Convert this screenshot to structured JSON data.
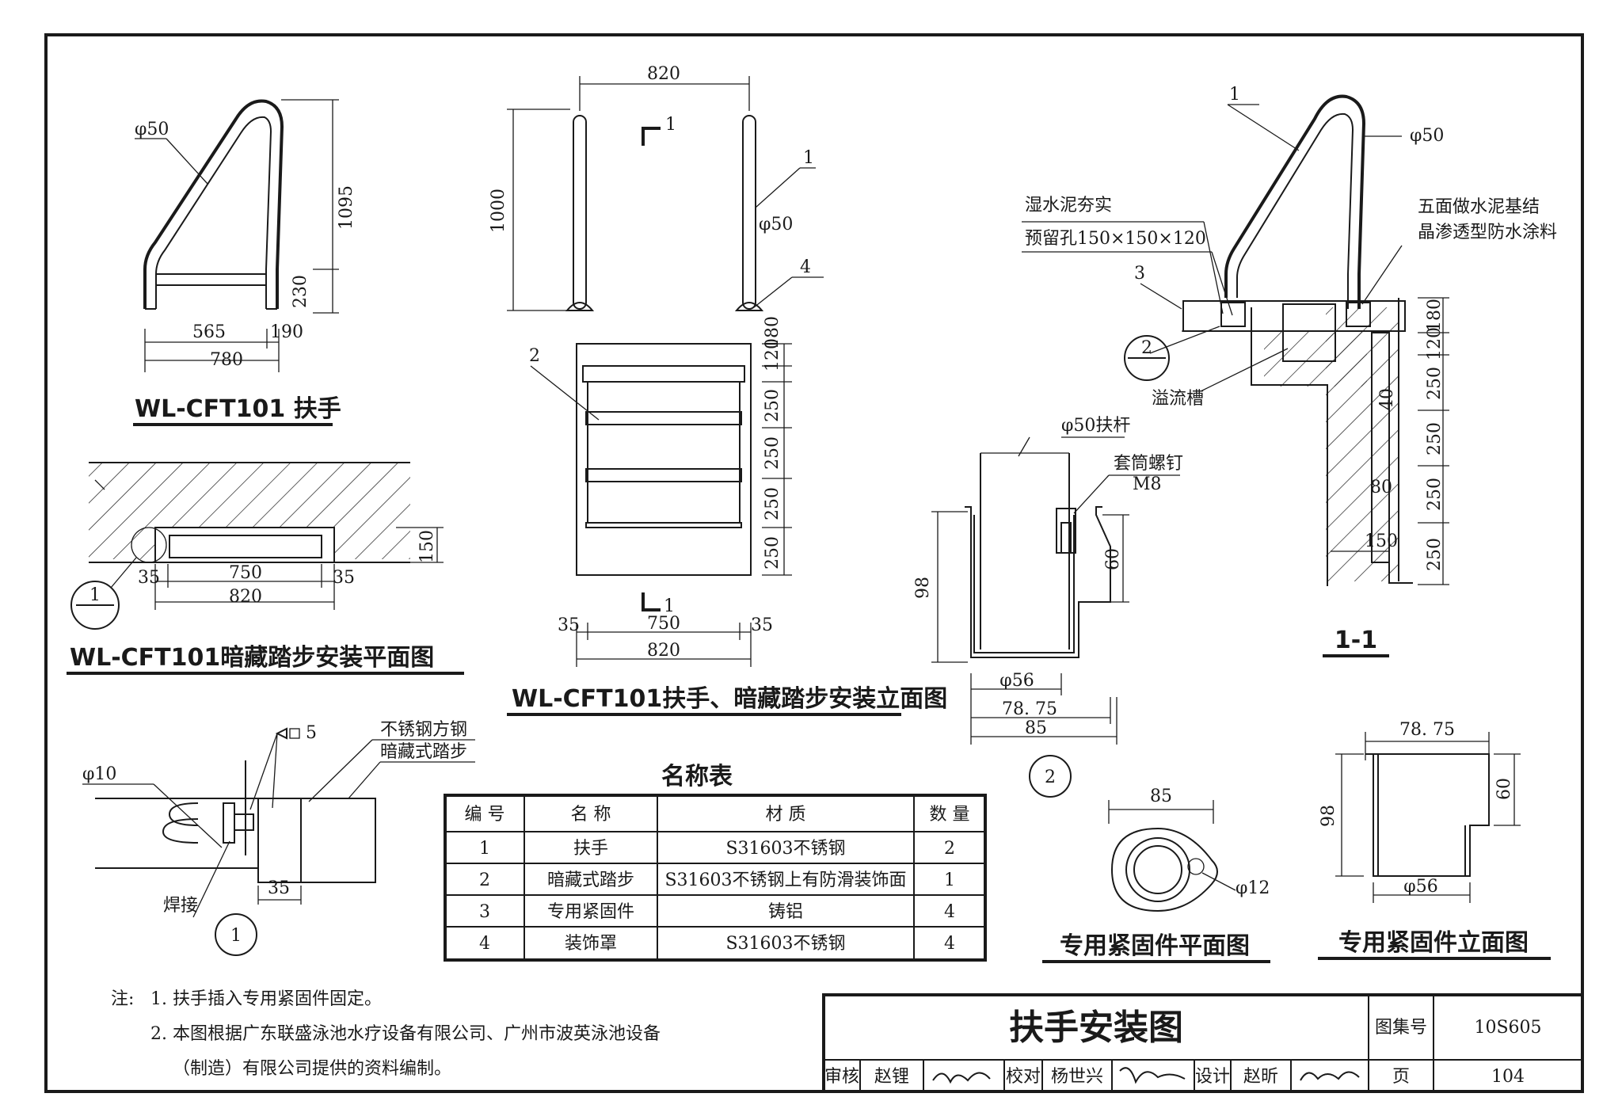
{
  "handrail": {
    "title": "WL-CFT101 扶手",
    "dia": "φ50",
    "h_total": "1095",
    "h_leg": "230",
    "w_a": "565",
    "w_b": "190",
    "w_total": "780"
  },
  "plan": {
    "title": "WL-CFT101暗藏踏步安装平面图",
    "d35a": "35",
    "d750": "750",
    "d35b": "35",
    "d820": "820",
    "d150": "150",
    "ref_top": "1"
  },
  "elev": {
    "title": "WL-CFT101扶手、暗藏踏步安装立面图",
    "w820": "820",
    "h1000": "1000",
    "cut_label": "1",
    "n1": "1",
    "dia": "φ50",
    "n4": "4",
    "n2": "2",
    "d180": "180",
    "d120": "120",
    "d250a": "250",
    "d250b": "250",
    "d250c": "250",
    "d250d": "250",
    "b35a": "35",
    "b750": "750",
    "b35b": "35",
    "b820": "820"
  },
  "detail1": {
    "tag": "1",
    "dia": "φ10",
    "weld_mark": "5",
    "mat1": "不锈钢方钢",
    "mat2": "暗藏式踏步",
    "weld": "焊接",
    "d35": "35"
  },
  "detail2": {
    "tag": "2",
    "rod": "φ50扶杆",
    "screw": "套筒螺钉",
    "m8": "M8",
    "h98": "98",
    "h60": "60",
    "d56": "φ56",
    "d7875": "78. 75",
    "d85": "85"
  },
  "section": {
    "title": "1-1",
    "n1": "1",
    "dia": "φ50",
    "note1": "湿水泥夯实",
    "note2": "预留孔150×150×120",
    "note3a": "五面做水泥基结",
    "note3b": "晶渗透型防水涂料",
    "n3": "3",
    "ref2": "2",
    "trough": "溢流槽",
    "d180": "180",
    "d120": "120",
    "d250a": "250",
    "d250b": "250",
    "d250c": "250",
    "d250d": "250",
    "d40": "40",
    "d80": "80",
    "d150": "150"
  },
  "fastener_plan": {
    "title": "专用紧固件平面图",
    "d85": "85",
    "d12": "φ12"
  },
  "fastener_elev": {
    "title": "专用紧固件立面图",
    "d7875": "78. 75",
    "h98": "98",
    "h60": "60",
    "d56": "φ56"
  },
  "table": {
    "title": "名称表",
    "headers": [
      "编 号",
      "名 称",
      "材 质",
      "数 量"
    ],
    "rows": [
      [
        "1",
        "扶手",
        "S31603不锈钢",
        "2"
      ],
      [
        "2",
        "暗藏式踏步",
        "S31603不锈钢上有防滑装饰面",
        "1"
      ],
      [
        "3",
        "专用紧固件",
        "铸铝",
        "4"
      ],
      [
        "4",
        "装饰罩",
        "S31603不锈钢",
        "4"
      ]
    ]
  },
  "notes": {
    "prefix": "注:",
    "n1": "1.  扶手插入专用紧固件固定。",
    "n2a": "2.  本图根据广东联盛泳池水疗设备有限公司、广州市波英泳池设备",
    "n2b": "（制造）有限公司提供的资料编制。"
  },
  "titleblock": {
    "title": "扶手安装图",
    "atlas_label": "图集号",
    "atlas_no": "10S605",
    "review": "审核",
    "reviewer": "赵锂",
    "check": "校对",
    "checker": "杨世兴",
    "design": "设计",
    "designer": "赵昕",
    "page_label": "页",
    "page_no": "104"
  }
}
